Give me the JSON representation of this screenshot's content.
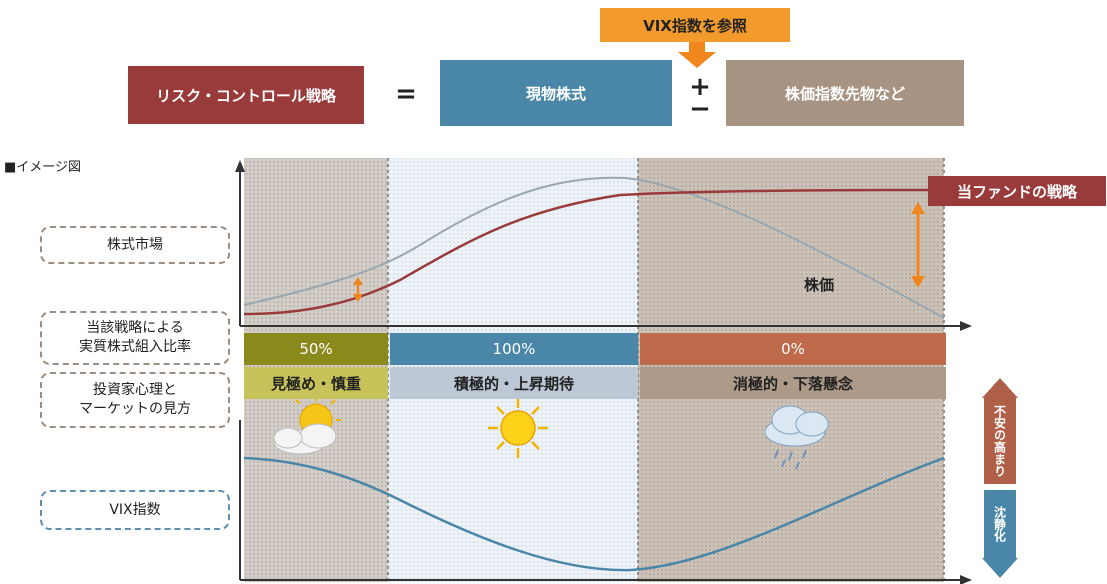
{
  "header": {
    "vix_reference": "VIX指数を参照",
    "risk_control": "リスク・コントロール戦略",
    "equals": "=",
    "spot_equities": "現物株式",
    "plus": "+",
    "minus": "−",
    "futures": "株価指数先物など"
  },
  "image_label": "■イメージ図",
  "row_labels": {
    "stock_market": "株式市場",
    "allocation_line1": "当該戦略による",
    "allocation_line2": "実質株式組入比率",
    "sentiment_line1": "投資家心理と",
    "sentiment_line2": "マーケットの見方",
    "vix": "VIX指数"
  },
  "fund_strategy_label": "当ファンドの戦略",
  "price_label": "株価",
  "phases": [
    {
      "allocation": "50%",
      "view": "見極め・慎重",
      "weather": "partly-cloudy-icon",
      "pct_color": "#8a8a1c",
      "view_color": "#c7c25a"
    },
    {
      "allocation": "100%",
      "view": "積極的・上昇期待",
      "weather": "sun-icon",
      "pct_color": "#4a86a8",
      "view_color": "#bcc8d6"
    },
    {
      "allocation": "0%",
      "view": "消極的・下落懸念",
      "weather": "rain-cloud-icon",
      "pct_color": "#c06a4c",
      "view_color": "#ad9a88"
    }
  ],
  "vix_scale": {
    "up": "不安の高まり",
    "down": "沈静化"
  },
  "colors": {
    "fund": "#9a3b3b",
    "price": "#9aa7b0",
    "vix": "#4a86a8",
    "arrow": "#f0861c",
    "zone_gray": "#c9c2bb",
    "zone_blue": "#e4edf5",
    "zone_brown": "#bfb3a7"
  }
}
